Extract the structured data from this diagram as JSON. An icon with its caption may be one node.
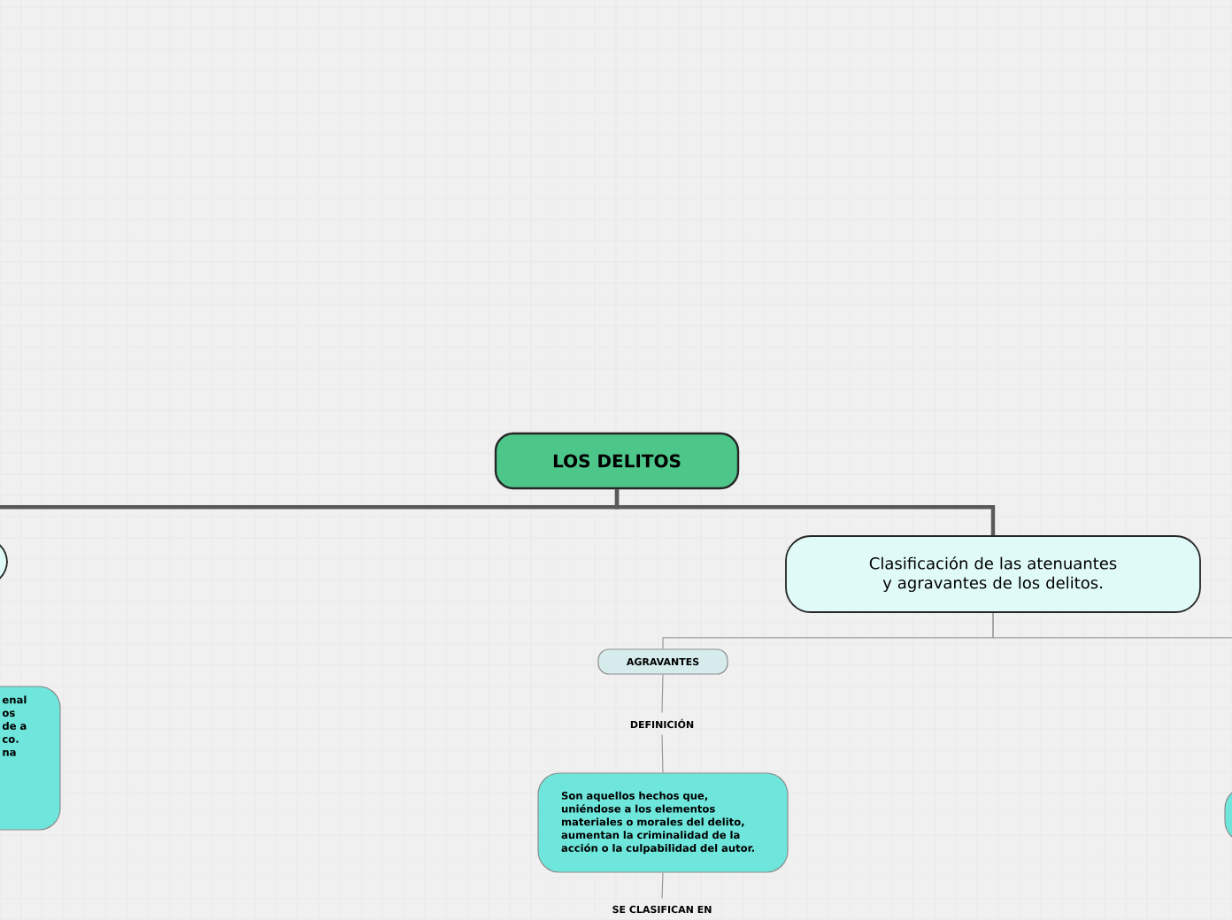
{
  "diagram": {
    "nodes": [
      {
        "text": [
          "LOS DELITOS"
        ]
      },
      {
        "text": [],
        "shape": "box"
      },
      {
        "text": [
          "enal os de a co. na"
        ]
      },
      {
        "text": [
          "Clasificación de las atenuantes y agravantes de los delitos."
        ]
      },
      {
        "text": [
          "AGRAVANTES"
        ]
      },
      {
        "text": [
          "DEFINICIÓN"
        ]
      },
      {
        "text": [
          "Son aquellos hechos que, uniéndose a los elementos materiales o morales del delito, aumentan la criminalidad de la acción o la culpabilidad del autor."
        ]
      },
      {
        "text": [
          "SE CLASIFICAN EN"
        ]
      },
      {
        "text": [],
        "shape": "box"
      }
    ],
    "edges": [
      {
        "from": 0,
        "to": 1,
        "arrow": "none",
        "style": "thick"
      },
      {
        "from": 0,
        "to": 3,
        "arrow": "none",
        "style": "thick"
      },
      {
        "from": 3,
        "to": 4,
        "arrow": "none"
      },
      {
        "from": 3,
        "to": 8,
        "arrow": "none"
      },
      {
        "from": 4,
        "to": 5,
        "arrow": "none"
      },
      {
        "from": 5,
        "to": 6,
        "arrow": "none"
      },
      {
        "from": 6,
        "to": 7,
        "arrow": "none"
      }
    ]
  }
}
